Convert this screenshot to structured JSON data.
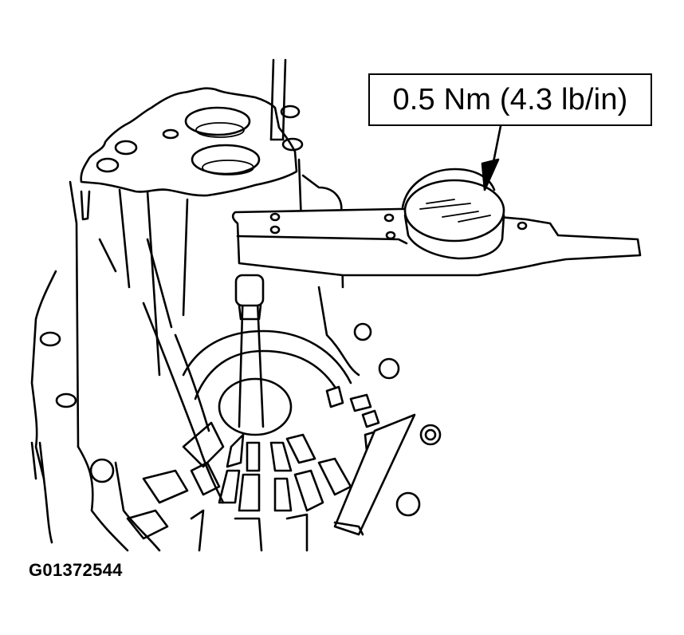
{
  "figure": {
    "callout_label": "0.5 Nm (4.3 lb/in)",
    "figure_id": "G01372544",
    "subject": "transaxle-case-with-torque-gauge",
    "components": [
      "transaxle-case",
      "torque-wrench-dial-gauge",
      "socket-extension",
      "bell-housing",
      "bolts"
    ]
  }
}
